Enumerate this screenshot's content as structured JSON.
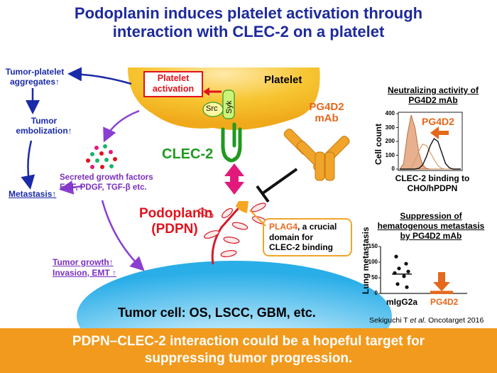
{
  "title": {
    "line1": "Podoplanin induces platelet activation through",
    "line2": "interaction with CLEC-2 on a platelet"
  },
  "platelet": {
    "label": "Platelet",
    "activation_line1": "Platelet",
    "activation_line2": "activation",
    "src": "Src",
    "syk": "Syk"
  },
  "clec2_label": "CLEC-2",
  "left_flow": {
    "aggregates_line1": "Tumor-platelet",
    "aggregates_line2": "aggregates↑",
    "embolization_line1": "Tumor",
    "embolization_line2": "embolization↑",
    "metastasis": "Metastasis↑",
    "growth_factors_line1": "Secreted growth factors",
    "growth_factors_line2": "EGF, PDGF, TGF-β etc.",
    "tumor_growth_line1": "Tumor growth↑",
    "tumor_growth_line2": "Invasion, EMT ↑"
  },
  "antibody": {
    "line1": "PG4D2",
    "line2": "mAb"
  },
  "podoplanin": {
    "line1": "Podoplanin",
    "line2": "(PDPN)"
  },
  "plag4_callout": {
    "line1_bold": "PLAG4",
    "line1_rest": ", a crucial",
    "line2": "domain for",
    "line3": "CLEC-2 binding"
  },
  "tumor_cell_text": "Tumor cell: OS, LSCC, GBM, etc.",
  "histogram": {
    "title_line1": "Neutralizing activity of",
    "title_line2": "PG4D2 mAb",
    "annotation": "PG4D2",
    "ylabel": "Cell count",
    "xlabel_line1": "CLEC-2 binding to",
    "xlabel_line2": "CHO/hPDPN",
    "y_ticks": [
      "400",
      "300",
      "200",
      "100",
      "0"
    ]
  },
  "scatter": {
    "title_line1": "Suppression of",
    "title_line2": "hematogenous metastasis",
    "title_line3": "by PG4D2 mAb",
    "ylabel": "Lung metastasis",
    "y_ticks": [
      "150",
      "100",
      "50",
      "0"
    ],
    "group1": "mIgG2a",
    "group2": "PG4D2"
  },
  "citation": "Sekiguchi T et al. Oncotarget 2016",
  "banner": {
    "line1": "PDPN–CLEC-2 interaction could be a hopeful target for",
    "line2": "suppressing tumor progression."
  },
  "chart_data": [
    {
      "type": "area",
      "title": "Neutralizing activity of PG4D2 mAb",
      "xlabel": "CLEC-2 binding to CHO/hPDPN",
      "ylabel": "Cell count",
      "ylim": [
        0,
        400
      ],
      "x": [
        0,
        0.5,
        1,
        1.5,
        2,
        2.5,
        3,
        3.5,
        4,
        4.5,
        5,
        5.5,
        6,
        6.5,
        7,
        7.5,
        8
      ],
      "series": [
        {
          "values": [
            0,
            40,
            250,
            390,
            300,
            120,
            30,
            5,
            0,
            0,
            0,
            0,
            0,
            0,
            0,
            0,
            0
          ]
        },
        {
          "values": [
            0,
            0,
            0,
            10,
            60,
            130,
            180,
            170,
            120,
            70,
            25,
            5,
            0,
            0,
            0,
            0,
            0
          ]
        },
        {
          "values": [
            0,
            0,
            0,
            0,
            0,
            5,
            30,
            90,
            170,
            220,
            200,
            120,
            40,
            10,
            0,
            0,
            0
          ]
        }
      ]
    },
    {
      "type": "scatter",
      "title": "Suppression of hematogenous metastasis by PG4D2 mAb",
      "ylabel": "Lung metastasis",
      "categories": [
        "mIgG2a",
        "PG4D2"
      ],
      "ylim": [
        0,
        150
      ],
      "series": [
        {
          "name": "mIgG2a",
          "values": [
            118,
            95,
            80,
            70,
            65,
            55,
            30,
            20
          ]
        },
        {
          "name": "PG4D2",
          "values": [
            0,
            0,
            0,
            0,
            0,
            0,
            0,
            0,
            0
          ]
        }
      ],
      "means": [
        62,
        0
      ]
    }
  ],
  "colors": {
    "title": "#1d2a9c",
    "banner": "#f29a1e",
    "platelet_fill": "#f6c226",
    "tumor_fill": "#2fb4ea",
    "clec2": "#1f9a1f",
    "podoplanin": "#e2121b",
    "antibody": "#f0a52a",
    "arrow_pink": "#e2197a",
    "blue_flow": "#1b2aa8",
    "purple_flow": "#8a3fd1"
  }
}
